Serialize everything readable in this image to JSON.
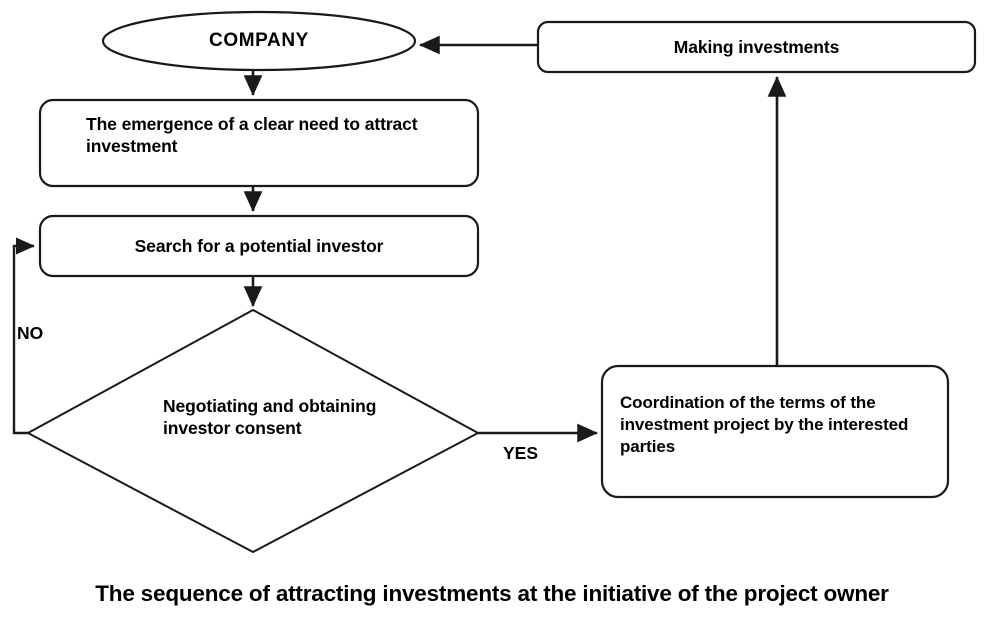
{
  "diagram": {
    "type": "flowchart",
    "caption": "The sequence of attracting investments at the initiative of the project owner",
    "colors": {
      "stroke": "#1a1a1a",
      "fill": "#ffffff",
      "text": "#000000"
    },
    "nodes": {
      "company": {
        "label": "COMPANY",
        "shape": "ellipse"
      },
      "need": {
        "label": "The emergence of a clear need to attract investment",
        "shape": "rounded-rectangle"
      },
      "search": {
        "label": "Search for a potential investor",
        "shape": "rounded-rectangle"
      },
      "decision": {
        "label": "Negotiating and obtaining investor consent",
        "shape": "diamond"
      },
      "coordination": {
        "label": "Coordination of the terms of the investment project by the interested parties",
        "shape": "rounded-rectangle"
      },
      "making": {
        "label": "Making investments",
        "shape": "rounded-rectangle"
      }
    },
    "edges": {
      "no_label": "NO",
      "yes_label": "YES"
    }
  }
}
